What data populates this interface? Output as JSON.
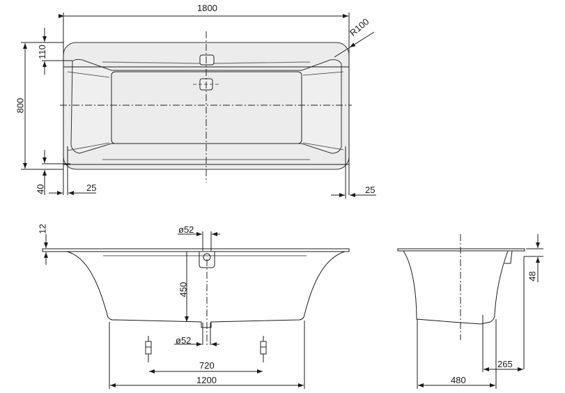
{
  "drawing": {
    "title": "Bathtub technical dimension drawing",
    "views": {
      "top": {
        "overall_length": "1800",
        "overall_width": "800",
        "rim_top": "110",
        "rim_bottom": "40",
        "rim_left": "25",
        "rim_right": "25",
        "corner_radius": "R100"
      },
      "front": {
        "rim_thickness": "12",
        "overflow_diameter": "ø52",
        "depth_to_overflow": "450",
        "drain_diameter": "ø52",
        "feet_spacing": "720",
        "base_length": "1200"
      },
      "side": {
        "rim_to_step": "48",
        "drain_offset": "265",
        "base_width": "480"
      }
    }
  }
}
